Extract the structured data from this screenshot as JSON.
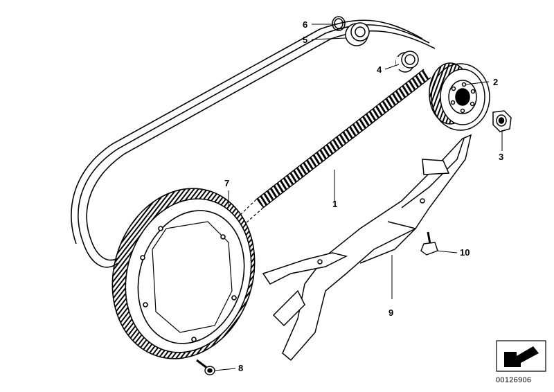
{
  "diagram": {
    "callouts": [
      {
        "id": "1",
        "label": "1"
      },
      {
        "id": "2",
        "label": "2"
      },
      {
        "id": "3",
        "label": "3"
      },
      {
        "id": "4",
        "label": "4"
      },
      {
        "id": "5",
        "label": "5"
      },
      {
        "id": "6",
        "label": "6"
      },
      {
        "id": "7",
        "label": "7"
      },
      {
        "id": "8",
        "label": "8"
      },
      {
        "id": "9",
        "label": "9"
      },
      {
        "id": "10",
        "label": "10"
      }
    ],
    "document_id": "00126906",
    "icon": "arrow-corner-icon"
  }
}
